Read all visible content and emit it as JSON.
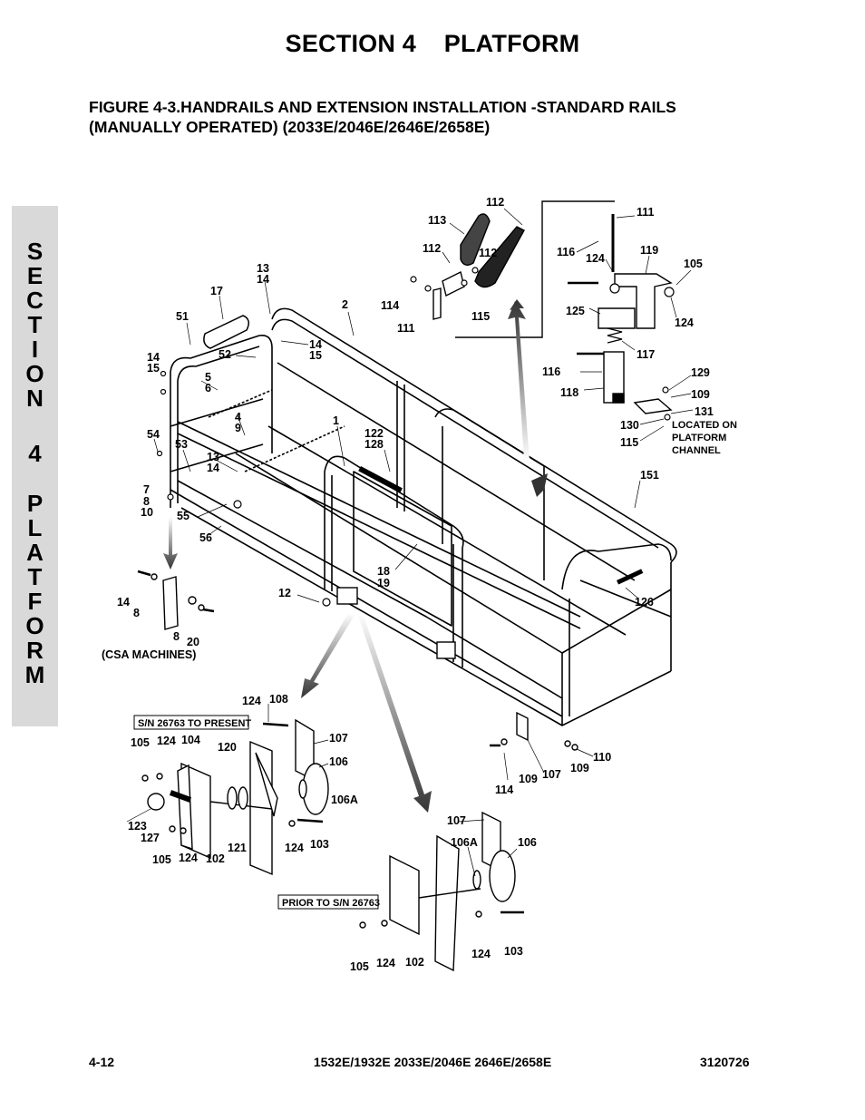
{
  "header": {
    "section_title": "SECTION 4    PLATFORM",
    "figure_title_line1": "FIGURE 4-3.HANDRAILS AND EXTENSION INSTALLATION -STANDARD RAILS",
    "figure_title_line2": "(MANUALLY OPERATED) (2033E/2046E/2646E/2658E)"
  },
  "side_tab": {
    "letters": [
      "S",
      "E",
      "C",
      "T",
      "I",
      "O",
      "N",
      "",
      "4",
      "",
      "P",
      "L",
      "A",
      "T",
      "F",
      "O",
      "R",
      "M"
    ]
  },
  "diagram": {
    "notes": {
      "located_on_1": "LOCATED ON",
      "located_on_2": "PLATFORM",
      "located_on_3": "CHANNEL",
      "csa": "(CSA MACHINES)",
      "sn_present": "S/N 26763 TO PRESENT",
      "sn_prior": "PRIOR TO S/N 26763"
    },
    "callouts": {
      "c112a": "112",
      "c113": "113",
      "c112b": "112",
      "c112c": "112",
      "c114a": "114",
      "c111a": "111",
      "c115a": "115",
      "c111b": "111",
      "c116a": "116",
      "c124a": "124",
      "c119": "119",
      "c105a": "105",
      "c125": "125",
      "c124b": "124",
      "c117": "117",
      "c116b": "116",
      "c118": "118",
      "c129": "129",
      "c109a": "109",
      "c131": "131",
      "c130": "130",
      "c115b": "115",
      "c151": "151",
      "c13a": "13",
      "c14a": "14",
      "c17": "17",
      "c2": "2",
      "c51": "51",
      "c14b": "14",
      "c15b": "15",
      "c52": "52",
      "c14c": "14",
      "c15c": "15",
      "c5": "5",
      "c6": "6",
      "c4": "4",
      "c9": "9",
      "c1": "1",
      "c122": "122",
      "c128": "128",
      "c54": "54",
      "c53": "53",
      "c13d": "13",
      "c14d": "14",
      "c7": "7",
      "c8a": "8",
      "c10": "10",
      "c55": "55",
      "c56": "56",
      "c18": "18",
      "c19": "19",
      "c12": "12",
      "c126": "126",
      "c14e": "14",
      "c8b": "8",
      "c8c": "8",
      "c20": "20",
      "c124c": "124",
      "c108": "108",
      "c107a": "107",
      "c106a": "106",
      "c106A_a": "106A",
      "c105b": "105",
      "c124d": "124",
      "c104": "104",
      "c120": "120",
      "c123": "123",
      "c127": "127",
      "c105c": "105",
      "c124e": "124",
      "c102a": "102",
      "c121": "121",
      "c124f": "124",
      "c103a": "103",
      "c114b": "114",
      "c109b": "109",
      "c107b": "107",
      "c109c": "109",
      "c110": "110",
      "c107c": "107",
      "c106A_b": "106A",
      "c106b": "106",
      "c105d": "105",
      "c124g": "124",
      "c102b": "102",
      "c124h": "124",
      "c103b": "103"
    }
  },
  "footer": {
    "page": "4-12",
    "models": "1532E/1932E 2033E/2046E 2646E/2658E",
    "doc_number": "3120726"
  }
}
